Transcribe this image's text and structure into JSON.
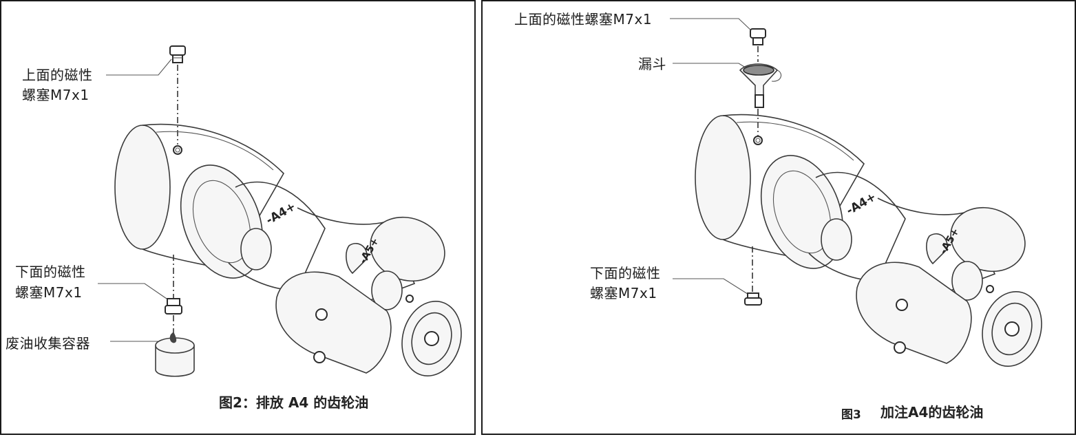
{
  "left_panel": {
    "labels": {
      "upper_plug": [
        "上面的磁性",
        "螺塞M7x1"
      ],
      "lower_plug": [
        "下面的磁性",
        "螺塞M7x1"
      ],
      "waste_container": "废油收集容器"
    },
    "caption": "图2：排放 A4 的齿轮油",
    "axis_marks": {
      "a4": "-A4+",
      "a5": "-A5+"
    }
  },
  "right_panel": {
    "labels": {
      "upper_plug": "上面的磁性螺塞M7x1",
      "funnel": "漏斗",
      "lower_plug": [
        "下面的磁性",
        "螺塞M7x1"
      ]
    },
    "caption": {
      "number": "图3",
      "text": "加注A4的齿轮油"
    },
    "axis_marks": {
      "a4": "-A4+",
      "a5": "-A5+"
    }
  },
  "colors": {
    "line": "#333333",
    "border": "#1a1a1a",
    "funnel_fill": "#8c8c8c"
  },
  "icons": [
    "magnetic-plug-icon",
    "funnel-icon",
    "waste-oil-container-icon",
    "robot-arm-icon"
  ]
}
